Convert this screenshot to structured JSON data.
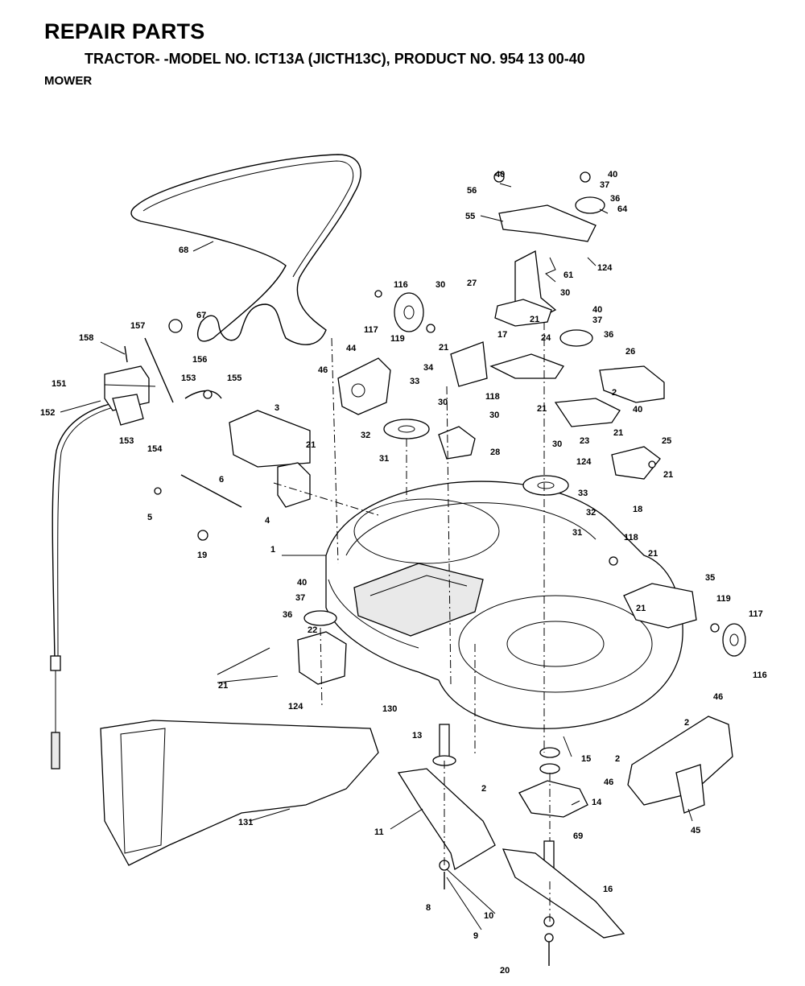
{
  "header": {
    "title": "REPAIR PARTS",
    "subtitle": "TRACTOR- -MODEL NO. ICT13A (JICTH13C), PRODUCT NO. 954 13 00-40",
    "section": "MOWER"
  },
  "callouts": [
    {
      "id": "c40a",
      "label": "40"
    },
    {
      "id": "c56",
      "label": "56"
    },
    {
      "id": "c40b",
      "label": "40"
    },
    {
      "id": "c37a",
      "label": "37"
    },
    {
      "id": "c36a",
      "label": "36"
    },
    {
      "id": "c64",
      "label": "64"
    },
    {
      "id": "c55",
      "label": "55"
    },
    {
      "id": "c68",
      "label": "68"
    },
    {
      "id": "c124a",
      "label": "124"
    },
    {
      "id": "c61",
      "label": "61"
    },
    {
      "id": "c116a",
      "label": "116"
    },
    {
      "id": "c30a",
      "label": "30"
    },
    {
      "id": "c27",
      "label": "27"
    },
    {
      "id": "c30b",
      "label": "30"
    },
    {
      "id": "c67",
      "label": "67"
    },
    {
      "id": "c40c",
      "label": "40"
    },
    {
      "id": "c37b",
      "label": "37"
    },
    {
      "id": "c36b",
      "label": "36"
    },
    {
      "id": "c117a",
      "label": "117"
    },
    {
      "id": "c119a",
      "label": "119"
    },
    {
      "id": "c17",
      "label": "17"
    },
    {
      "id": "c21a",
      "label": "21"
    },
    {
      "id": "c158",
      "label": "158"
    },
    {
      "id": "c157",
      "label": "157"
    },
    {
      "id": "c44",
      "label": "44"
    },
    {
      "id": "c21b",
      "label": "21"
    },
    {
      "id": "c24",
      "label": "24"
    },
    {
      "id": "c26",
      "label": "26"
    },
    {
      "id": "c46a",
      "label": "46"
    },
    {
      "id": "c156",
      "label": "156"
    },
    {
      "id": "c34",
      "label": "34"
    },
    {
      "id": "c118a",
      "label": "118"
    },
    {
      "id": "c151",
      "label": "151"
    },
    {
      "id": "c153a",
      "label": "153"
    },
    {
      "id": "c155",
      "label": "155"
    },
    {
      "id": "c33a",
      "label": "33"
    },
    {
      "id": "c2a",
      "label": "2"
    },
    {
      "id": "c21c",
      "label": "21"
    },
    {
      "id": "c40d",
      "label": "40"
    },
    {
      "id": "c152",
      "label": "152"
    },
    {
      "id": "c30c",
      "label": "30"
    },
    {
      "id": "c30d",
      "label": "30"
    },
    {
      "id": "c3",
      "label": "3"
    },
    {
      "id": "c153b",
      "label": "153"
    },
    {
      "id": "c154",
      "label": "154"
    },
    {
      "id": "c32a",
      "label": "32"
    },
    {
      "id": "c23",
      "label": "23"
    },
    {
      "id": "c21d",
      "label": "21"
    },
    {
      "id": "c25",
      "label": "25"
    },
    {
      "id": "c21e",
      "label": "21"
    },
    {
      "id": "c31a",
      "label": "31"
    },
    {
      "id": "c28",
      "label": "28"
    },
    {
      "id": "c30e",
      "label": "30"
    },
    {
      "id": "c124b",
      "label": "124"
    },
    {
      "id": "c6",
      "label": "6"
    },
    {
      "id": "c21f",
      "label": "21"
    },
    {
      "id": "c33b",
      "label": "33"
    },
    {
      "id": "c5",
      "label": "5"
    },
    {
      "id": "c4",
      "label": "4"
    },
    {
      "id": "c32b",
      "label": "32"
    },
    {
      "id": "c18",
      "label": "18"
    },
    {
      "id": "c31b",
      "label": "31"
    },
    {
      "id": "c19",
      "label": "19"
    },
    {
      "id": "c1",
      "label": "1"
    },
    {
      "id": "c118b",
      "label": "118"
    },
    {
      "id": "c21g",
      "label": "21"
    },
    {
      "id": "c40e",
      "label": "40"
    },
    {
      "id": "c37c",
      "label": "37"
    },
    {
      "id": "c35",
      "label": "35"
    },
    {
      "id": "c36c",
      "label": "36"
    },
    {
      "id": "c21h",
      "label": "21"
    },
    {
      "id": "c119b",
      "label": "119"
    },
    {
      "id": "c117b",
      "label": "117"
    },
    {
      "id": "c22",
      "label": "22"
    },
    {
      "id": "c116b",
      "label": "116"
    },
    {
      "id": "c21i",
      "label": "21"
    },
    {
      "id": "c46b",
      "label": "46"
    },
    {
      "id": "c124c",
      "label": "124"
    },
    {
      "id": "c130",
      "label": "130"
    },
    {
      "id": "c2b",
      "label": "2"
    },
    {
      "id": "c13",
      "label": "13"
    },
    {
      "id": "c15",
      "label": "15"
    },
    {
      "id": "c2c",
      "label": "2"
    },
    {
      "id": "c2d",
      "label": "2"
    },
    {
      "id": "c46c",
      "label": "46"
    },
    {
      "id": "c14",
      "label": "14"
    },
    {
      "id": "c131",
      "label": "131"
    },
    {
      "id": "c11",
      "label": "11"
    },
    {
      "id": "c45",
      "label": "45"
    },
    {
      "id": "c69",
      "label": "69"
    },
    {
      "id": "c16",
      "label": "16"
    },
    {
      "id": "c8",
      "label": "8"
    },
    {
      "id": "c10",
      "label": "10"
    },
    {
      "id": "c9",
      "label": "9"
    },
    {
      "id": "c20",
      "label": "20"
    }
  ]
}
